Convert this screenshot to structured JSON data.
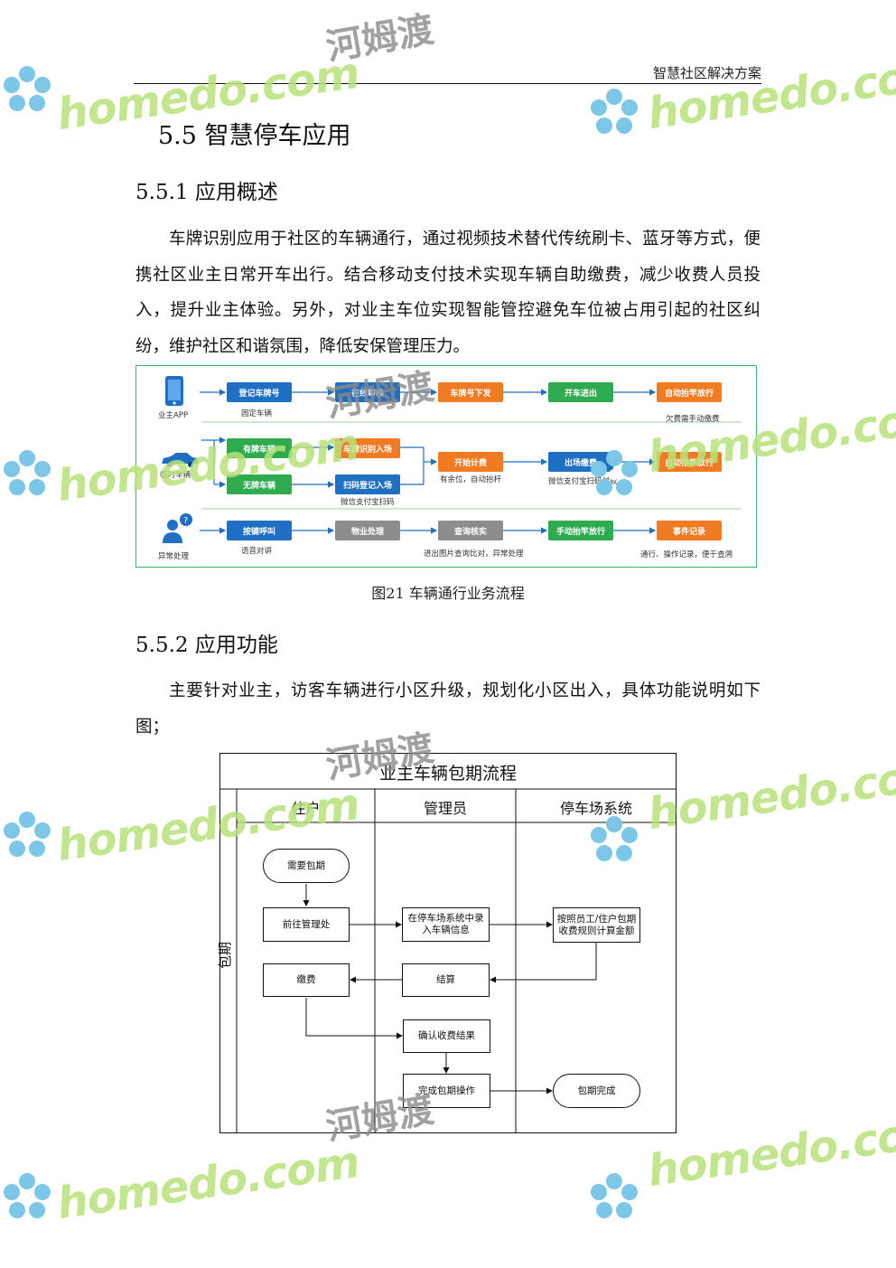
{
  "header": {
    "title": "智慧社区解决方案"
  },
  "section": {
    "heading": "5.5 智慧停车应用"
  },
  "sub1": {
    "heading": "5.5.1 应用概述",
    "paragraph": "车牌识别应用于社区的车辆通行，通过视频技术替代传统刷卡、蓝牙等方式，便携社区业主日常开车出行。结合移动支付技术实现车辆自助缴费，减少收费人员投入，提升业主体验。另外，对业主车位实现智能管控避免车位被占用引起的社区纠纷，维护社区和谐氛围，降低安保管理压力。"
  },
  "figure1": {
    "caption": "图21 车辆通行业务流程",
    "row1": {
      "actor": "业主APP",
      "b1": "登记车牌号",
      "b1_sub": "固定车辆",
      "b2": "在线审核",
      "b3": "车牌号下发",
      "b4": "开车进出",
      "b5": "自动抬竿放行",
      "b5_sub": "欠费需手动缴费"
    },
    "row2": {
      "actor": "临时车辆",
      "b1": "有牌车辆",
      "b2": "无牌车辆",
      "b3": "车牌识别入场",
      "b4": "扫码登记入场",
      "b4_sub": "微信支付宝扫码",
      "b5": "开始计费",
      "b5_sub": "有余位，自动抬杆",
      "b6": "出场缴费",
      "b6_sub": "微信支付宝扫码付款",
      "b7": "自动抬竿放行"
    },
    "row3": {
      "actor": "异常处理",
      "b1": "按键呼叫",
      "b1_sub": "语音对讲",
      "b2": "物业处理",
      "b3": "查询核实",
      "b3_sub": "进出图片查询比对，异常处理",
      "b4": "手动抬竿放行",
      "b5": "事件记录",
      "b5_sub": "通行、操作记录，便于查溯"
    }
  },
  "sub2": {
    "heading": "5.5.2 应用功能",
    "paragraph": "主要针对业主，访客车辆进行小区升级，规划化小区出入，具体功能说明如下图；"
  },
  "swimlane": {
    "title": "业主车辆包期流程",
    "side_label": "包期",
    "lanes": [
      "住户",
      "管理员",
      "停车场系统"
    ],
    "nodes": {
      "need": "需要包期",
      "goto": "前往管理处",
      "enter": "在停车场系统中录入车辆信息",
      "calc": "按照员工/住户包期收费规则计算金额",
      "settle": "结算",
      "pay": "缴费",
      "confirm": "确认收费结果",
      "finish_op": "完成包期操作",
      "done": "包期完成"
    }
  },
  "watermark": {
    "brand": "homedo",
    "dotcom": ".com",
    "cn": "河姆渡"
  },
  "colors": {
    "blue": "#1f6fc5",
    "orange": "#f07b22",
    "green": "#2eaa4f",
    "gray": "#8d8d8d",
    "frame": "#3cb371",
    "watermark": "#b8e27a"
  }
}
